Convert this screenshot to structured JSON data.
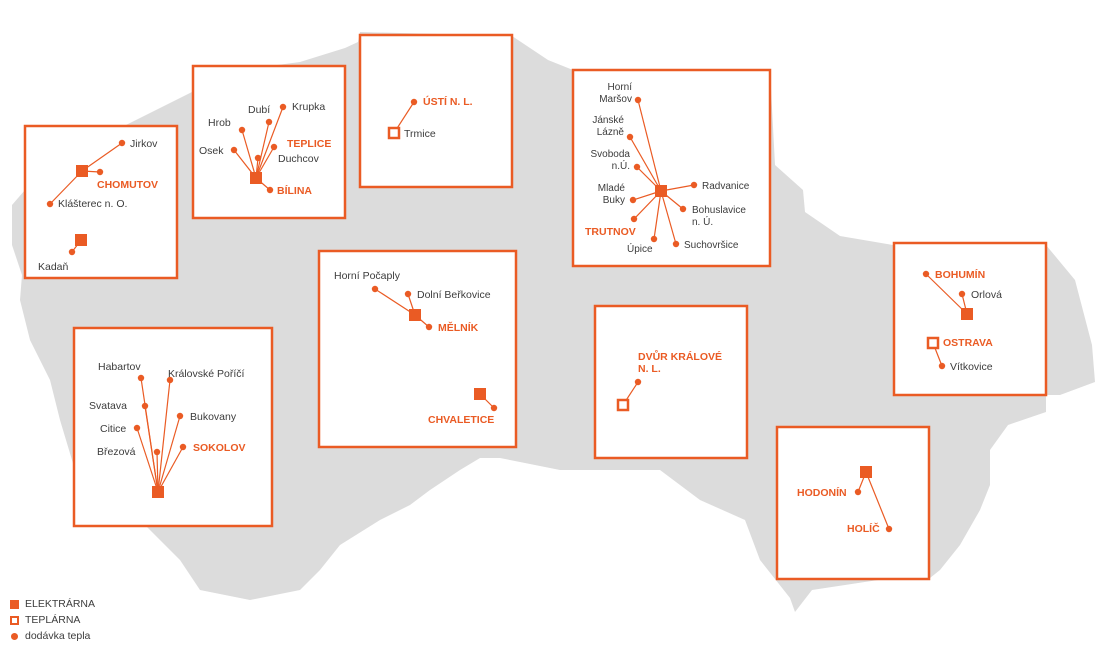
{
  "colors": {
    "accent": "#ea5b24",
    "land": "#dcdcdc",
    "text": "#3c3c3c",
    "frame_fill": "#ffffff"
  },
  "legend": {
    "plant": "ELEKTRÁRNA",
    "heating_plant": "TEPLÁRNA",
    "heat_supply": "dodávka tepla"
  },
  "regions": [
    {
      "id": "chomutov",
      "labels": [
        "Jirkov",
        "CHOMUTOV",
        "Klášterec n. O.",
        "Kadaň"
      ]
    },
    {
      "id": "teplice",
      "labels": [
        "Hrob",
        "Dubí",
        "Krupka",
        "Osek",
        "TEPLICE",
        "Duchcov",
        "BÍLINA"
      ]
    },
    {
      "id": "usti",
      "labels": [
        "ÚSTÍ N. L.",
        "Trmice"
      ]
    },
    {
      "id": "trutnov",
      "labels": [
        "Horní Maršov",
        "Jánské Lázně",
        "Svoboda n.Ú.",
        "Mladé Buky",
        "Radvanice",
        "Bohuslavice n. Ú.",
        "TRUTNOV",
        "Úpice",
        "Suchovršice"
      ]
    },
    {
      "id": "sokolov",
      "labels": [
        "Habartov",
        "Královské Poříčí",
        "Svatava",
        "Bukovany",
        "Citice",
        "SOKOLOV",
        "Březová"
      ]
    },
    {
      "id": "melnik",
      "labels": [
        "Horní Počaply",
        "Dolní Beřkovice",
        "MĚLNÍK",
        "CHVALETICE"
      ]
    },
    {
      "id": "dvur",
      "labels": [
        "DVŮR KRÁLOVÉ N. L."
      ]
    },
    {
      "id": "ostrava",
      "labels": [
        "BOHUMÍN",
        "Orlová",
        "OSTRAVA",
        "Vítkovice"
      ]
    },
    {
      "id": "hodonin",
      "labels": [
        "HODONÍN",
        "HOLÍČ"
      ]
    }
  ]
}
